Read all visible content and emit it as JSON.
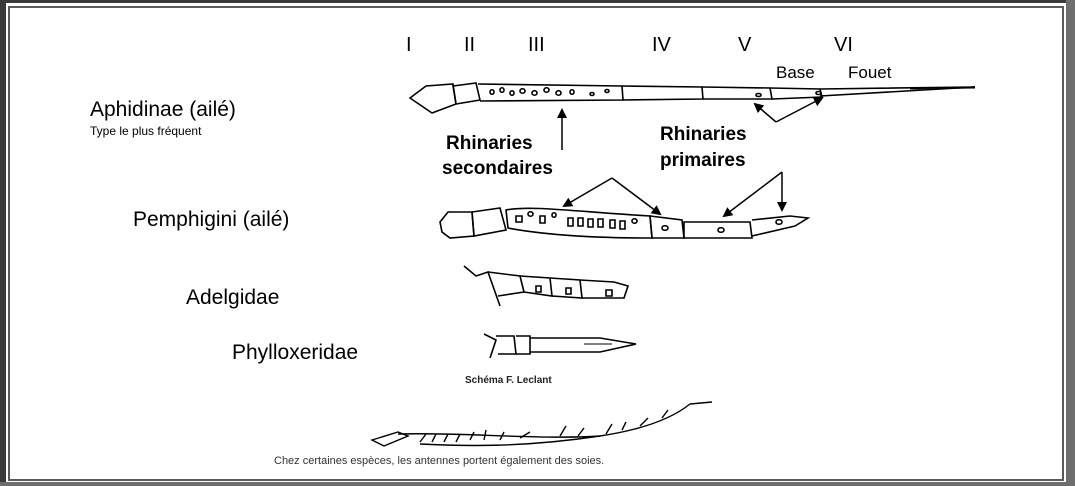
{
  "segments": {
    "s1": "I",
    "s2": "II",
    "s3": "III",
    "s4": "IV",
    "s5": "V",
    "s6": "VI"
  },
  "segment_parts": {
    "base": "Base",
    "fouet": "Fouet"
  },
  "taxa": {
    "aphidinae": "Aphidinae (ailé)",
    "aphidinae_sub": "Type le plus fréquent",
    "pemphigini": "Pemphigini (ailé)",
    "adelgidae": "Adelgidae",
    "phylloxeridae": "Phylloxeridae"
  },
  "annotations": {
    "rhin_sec_line1": "Rhinaries",
    "rhin_sec_line2": "secondaires",
    "rhin_prim_line1": "Rhinaries",
    "rhin_prim_line2": "primaires"
  },
  "credit": "Schéma F. Leclant",
  "footer": "Chez certaines espèces, les antennes portent également des soies."
}
